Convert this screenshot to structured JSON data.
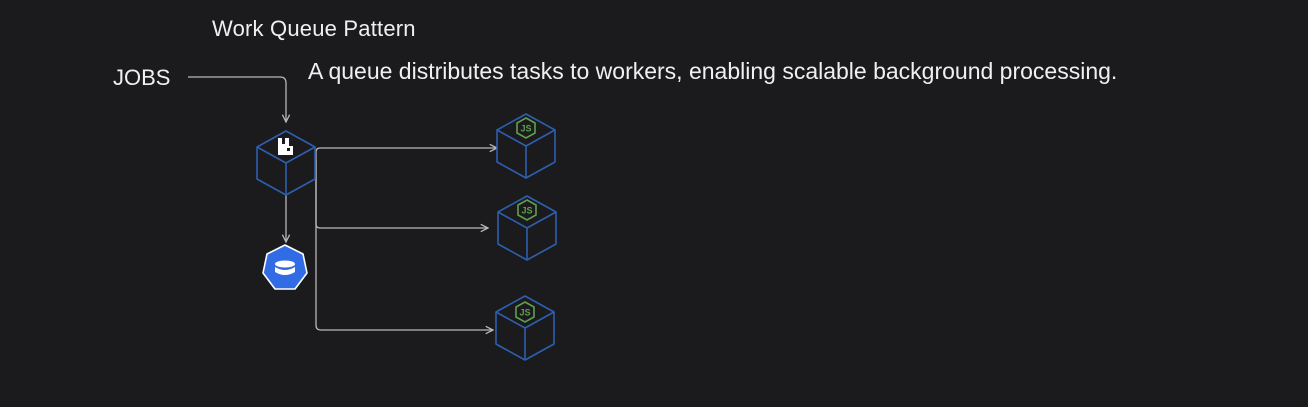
{
  "diagram": {
    "title": "Work Queue Pattern",
    "description": "A queue distributes tasks to workers, enabling scalable background processing.",
    "source_label": "JOBS",
    "nodes": [
      {
        "id": "queue",
        "icon": "rabbitmq-icon"
      },
      {
        "id": "storage",
        "icon": "kubernetes-storage-icon"
      },
      {
        "id": "worker-1",
        "icon": "nodejs-icon"
      },
      {
        "id": "worker-2",
        "icon": "nodejs-icon"
      },
      {
        "id": "worker-3",
        "icon": "nodejs-icon"
      }
    ],
    "edges": [
      {
        "from": "JOBS",
        "to": "queue"
      },
      {
        "from": "queue",
        "to": "storage"
      },
      {
        "from": "queue",
        "to": "worker-1"
      },
      {
        "from": "queue",
        "to": "worker-2"
      },
      {
        "from": "queue",
        "to": "worker-3"
      }
    ],
    "colors": {
      "background": "#1b1b1d",
      "text": "#f0f0f0",
      "connector": "#b8b8b8",
      "cube_outline": "#2d5fb0",
      "storage_fill": "#326ce5",
      "nodejs_green": "#5fa04e"
    }
  }
}
